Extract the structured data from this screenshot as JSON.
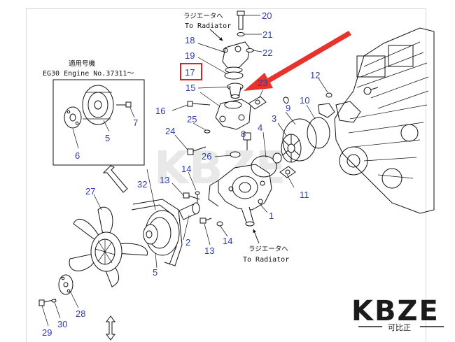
{
  "top_label": {
    "jp": "ラジエータへ",
    "en": "To Radiator"
  },
  "bottom_label": {
    "jp": "ラジエータへ",
    "en": "To Radiator"
  },
  "inset": {
    "jp": "適用号機",
    "en": "EG30 Engine No.37311〜"
  },
  "highlighted_part": "17",
  "parts": {
    "p1": "1",
    "p2": "2",
    "p3": "3",
    "p4": "4",
    "p5a": "5",
    "p5b": "5",
    "p6": "6",
    "p7": "7",
    "p8": "8",
    "p9": "9",
    "p10": "10",
    "p11": "11",
    "p12": "12",
    "p13a": "13",
    "p13b": "13",
    "p14a": "14",
    "p14b": "14",
    "p15": "15",
    "p16": "16",
    "p17": "17",
    "p18": "18",
    "p19": "19",
    "p20": "20",
    "p21": "21",
    "p22": "22",
    "p23": "23",
    "p24": "24",
    "p25": "25",
    "p26": "26",
    "p27": "27",
    "p28": "28",
    "p29": "29",
    "p30": "30",
    "p32": "32"
  },
  "watermark": "KBZE",
  "logo": {
    "mark": "KBZE",
    "sub": "可比正"
  },
  "colors": {
    "callout": "#2f3ea8",
    "highlight": "#e02020",
    "arrow": "#e8332c"
  }
}
